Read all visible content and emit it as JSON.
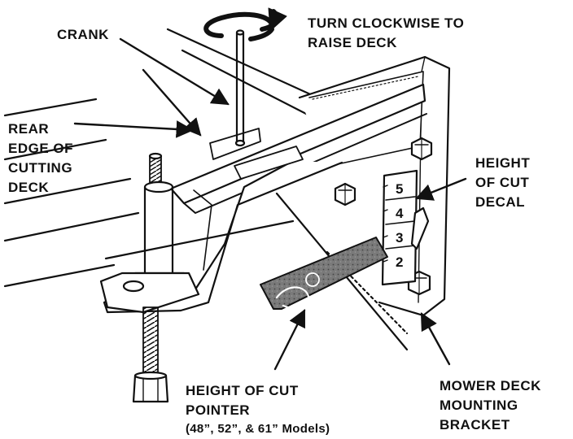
{
  "diagram": {
    "labels": {
      "crank": "CRANK",
      "turn_line1": "TURN CLOCKWISE TO",
      "turn_line2": "RAISE DECK",
      "rear_line1": "REAR",
      "rear_line2": "EDGE OF",
      "rear_line3": "CUTTING",
      "rear_line4": "DECK",
      "hoc_decal_line1": "HEIGHT",
      "hoc_decal_line2": "OF CUT",
      "hoc_decal_line3": "DECAL",
      "hoc_pointer_line1": "HEIGHT OF CUT",
      "hoc_pointer_line2": "POINTER",
      "hoc_pointer_models": "(48”, 52”, & 61” Models)",
      "bracket_line1": "MOWER DECK",
      "bracket_line2": "MOUNTING",
      "bracket_line3": "BRACKET"
    },
    "decal_numbers": [
      "5",
      "4",
      "3",
      "2"
    ],
    "colors": {
      "ink": "#111111",
      "paper": "#ffffff",
      "pointer_fill": "#6b6b6b"
    }
  }
}
